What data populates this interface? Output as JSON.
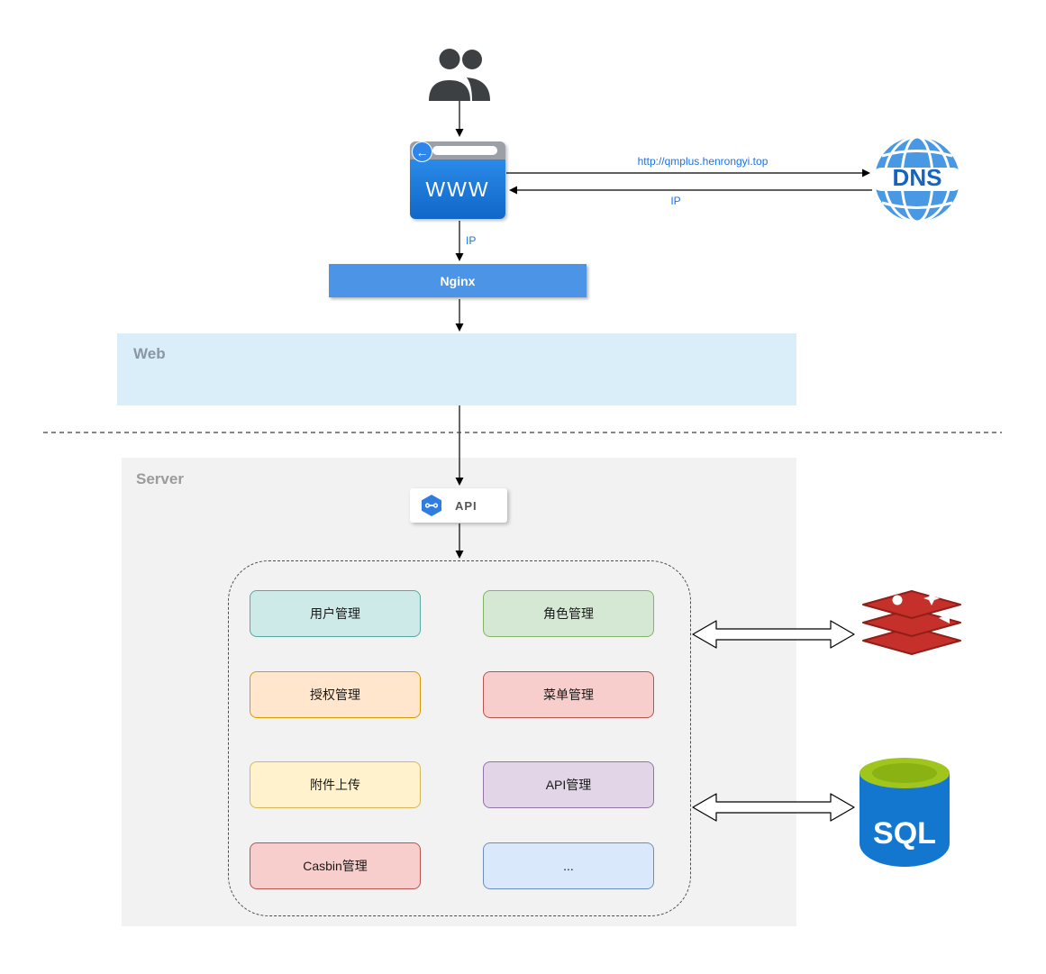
{
  "top_flow": {
    "browser_label": "WWW",
    "dns_label": "DNS",
    "request_url": "http://qmplus.henrongyi.top",
    "dns_response_label": "IP",
    "browser_to_nginx_label": "IP",
    "nginx_label": "Nginx"
  },
  "zones": {
    "web": {
      "label": "Web",
      "fill": "#daeefa"
    },
    "server": {
      "label": "Server",
      "fill": "#f2f2f2"
    }
  },
  "api_badge": {
    "label": "API"
  },
  "modules": [
    {
      "label": "用户管理",
      "fill": "#cdeae8",
      "border": "#56a8a1",
      "css": "background:#cdeae8;border-color:#56a8a1"
    },
    {
      "label": "角色管理",
      "fill": "#d5e8d4",
      "border": "#82b366",
      "css": "background:#d5e8d4;border-color:#82b366"
    },
    {
      "label": "授权管理",
      "fill": "#ffe6cc",
      "border": "#d79b00",
      "css": "background:#ffe6cc;border-color:#d79b00"
    },
    {
      "label": "菜单管理",
      "fill": "#f8cecc",
      "border": "#b85450",
      "css": "background:#f8cecc;border-color:#b85450"
    },
    {
      "label": "附件上传",
      "fill": "#fff2cc",
      "border": "#d6b656",
      "css": "background:#fff2cc;border-color:#d6b656"
    },
    {
      "label": "API管理",
      "fill": "#e1d5e7",
      "border": "#9673a6",
      "css": "background:#e1d5e7;border-color:#9673a6"
    },
    {
      "label": "Casbin管理",
      "fill": "#f8cecc",
      "border": "#b85450",
      "css": "background:#f8cecc;border-color:#b85450"
    },
    {
      "label": "...",
      "fill": "#dae8fc",
      "border": "#6c8ebf",
      "css": "background:#dae8fc;border-color:#6c8ebf"
    }
  ],
  "datastores": {
    "sql_label": "SQL"
  },
  "colors": {
    "arrow": "#000000",
    "link_text": "#1a73e8",
    "nginx_fill": "#4b94e6",
    "dns_fill": "#4898e3",
    "redis_red": "#c6302b",
    "sql_blue": "#1377cf",
    "sql_top_green": "#a0c61e"
  }
}
